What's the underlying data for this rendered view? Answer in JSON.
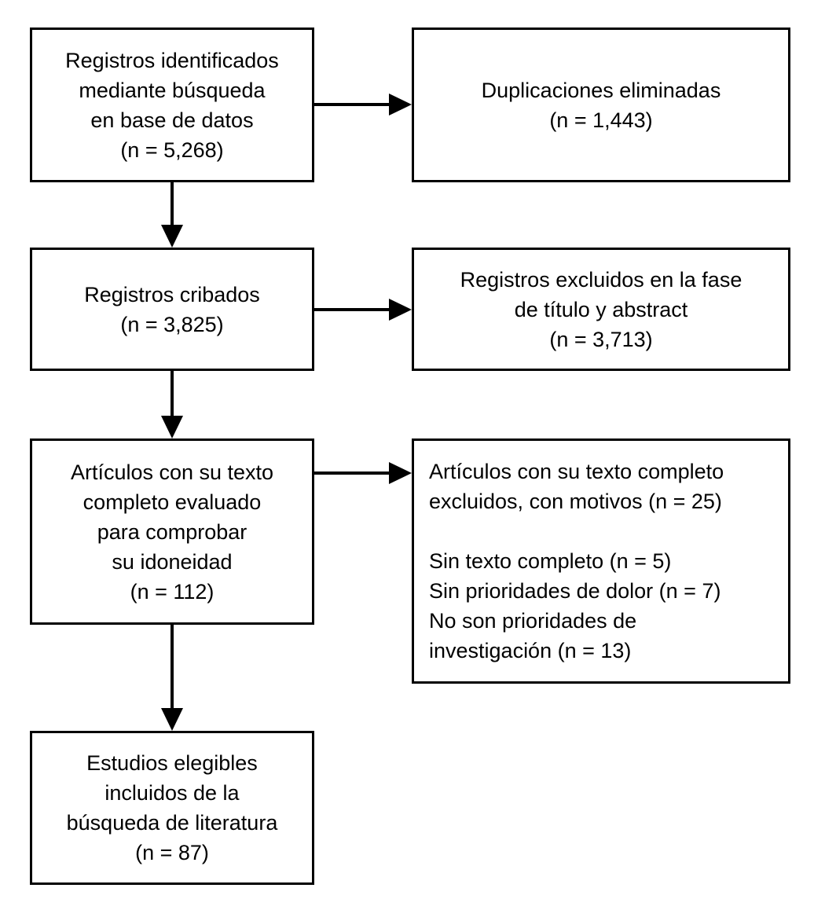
{
  "diagram": {
    "type": "flowchart",
    "language": "es",
    "colors": {
      "box_border": "#000000",
      "box_background": "#ffffff",
      "text": "#000000",
      "arrow": "#000000"
    },
    "boxes": [
      {
        "id": "records-identified",
        "text": "Registros identificados\nmediante búsqueda\nen base de datos\n(n = 5,268)",
        "n": "5,268"
      },
      {
        "id": "duplicates-removed",
        "text": "Duplicaciones eliminadas\n(n = 1,443)",
        "n": "1,443"
      },
      {
        "id": "records-screened",
        "text": "Registros cribados\n(n = 3,825)",
        "n": "3,825"
      },
      {
        "id": "records-excluded-title-abstract",
        "text": "Registros excluidos en la fase\nde título y abstract\n(n = 3,713)",
        "n": "3,713"
      },
      {
        "id": "fulltext-assessed",
        "text": "Artículos con su texto\ncompleto evaluado\npara comprobar\nsu idoneidad\n(n = 112)",
        "n": "112"
      },
      {
        "id": "fulltext-excluded",
        "text": "Artículos con su texto completo\nexcluidos, con motivos (n = 25)\n\nSin texto completo (n = 5)\nSin prioridades de dolor (n = 7)\nNo son prioridades de\ninvestigación (n = 13)",
        "n": "25"
      },
      {
        "id": "studies-included",
        "text": "Estudios elegibles\nincluidos de la\nbúsqueda de literatura\n(n = 87)",
        "n": "87"
      }
    ]
  }
}
